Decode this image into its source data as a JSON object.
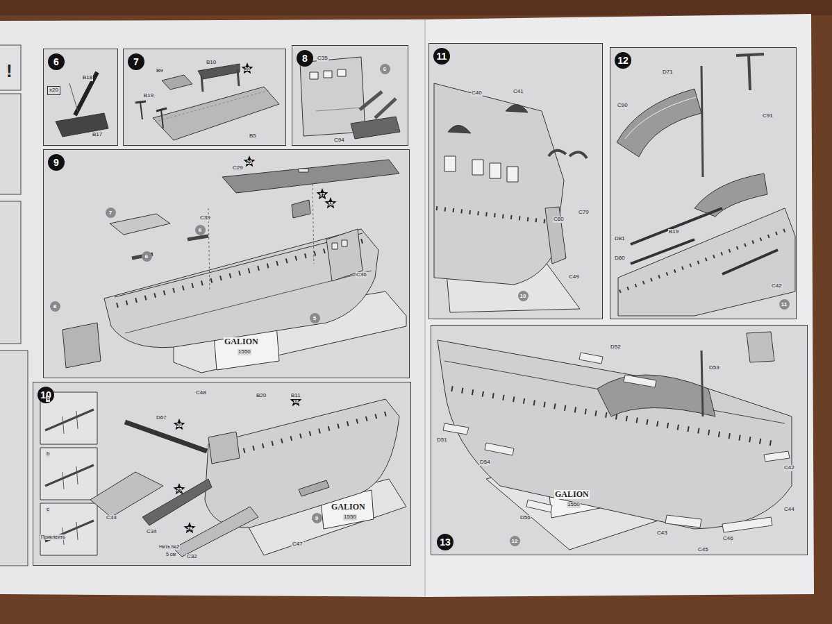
{
  "diagram": {
    "nodes": [
      {
        "text": [
          "6"
        ]
      },
      {
        "text": [
          "7"
        ]
      },
      {
        "text": [
          "8"
        ]
      },
      {
        "text": [
          "9"
        ]
      },
      {
        "text": [
          "10"
        ]
      },
      {
        "text": [
          "11"
        ]
      },
      {
        "text": [
          "12"
        ]
      },
      {
        "text": [
          "13"
        ]
      },
      {
        "text": [
          "7"
        ],
        "in": 3
      },
      {
        "text": [
          "6"
        ],
        "in": 3
      },
      {
        "text": [
          "6"
        ],
        "in": 3
      },
      {
        "text": [
          "8"
        ],
        "in": 3
      },
      {
        "text": [
          "5"
        ],
        "in": 3
      },
      {
        "text": [
          "9"
        ],
        "in": 4
      },
      {
        "text": [
          "10"
        ],
        "in": 5
      },
      {
        "text": [
          "11"
        ],
        "in": 6
      },
      {
        "text": [
          "12"
        ],
        "in": 7
      },
      {
        "text": [
          "6"
        ],
        "in": 2
      },
      {
        "text": [
          "38"
        ],
        "in": 1
      },
      {
        "text": [
          "29"
        ],
        "in": 3
      },
      {
        "text": [
          "37"
        ],
        "in": 3
      },
      {
        "text": [
          "38"
        ],
        "in": 3
      },
      {
        "text": [
          "38"
        ],
        "in": 4
      },
      {
        "text": [
          "38"
        ],
        "in": 4
      },
      {
        "text": [
          "25"
        ],
        "in": 4
      },
      {
        "text": [
          "29"
        ],
        "in": 4
      }
    ],
    "labels": [
      "!",
      "x20",
      "B18",
      "B17",
      "B9",
      "B10",
      "B19",
      "B5",
      "C35",
      "C94",
      "C29",
      "C39",
      "C36",
      "GALION",
      "1550",
      "a",
      "b",
      "c",
      "Приклеить",
      "C48",
      "B20",
      "B11",
      "D67",
      "C33",
      "C34",
      "Нить №2",
      "5 см",
      "C32",
      "C47",
      "GALION",
      "1550",
      "C40",
      "C41",
      "C49",
      "C79",
      "C80",
      "D71",
      "C90",
      "C91",
      "B19",
      "D81",
      "D80",
      "C42",
      "D52",
      "D51",
      "D53",
      "D54",
      "D56",
      "C43",
      "C44",
      "C46",
      "C45",
      "C42",
      "GALION",
      "1550"
    ]
  }
}
